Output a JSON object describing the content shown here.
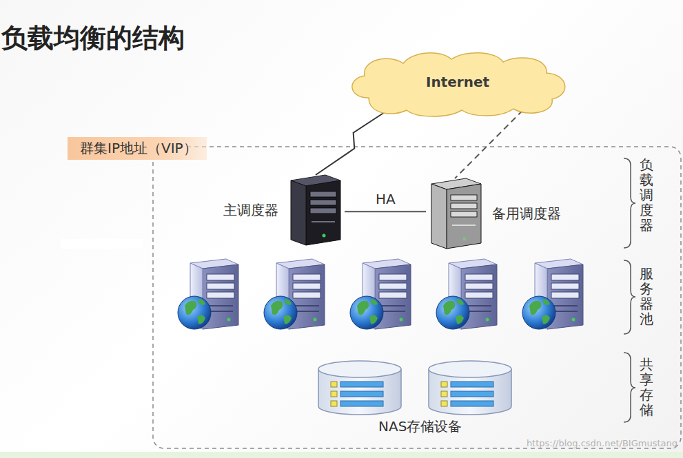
{
  "diagram": {
    "title": "负载均衡的结构",
    "nodes": [
      {
        "text": [
          "Internet"
        ]
      },
      {
        "text": [
          "群集IP地址（VIP）"
        ]
      },
      {
        "text": [
          "主调度器"
        ]
      },
      {
        "text": [
          "备用调度器"
        ]
      }
    ],
    "edges": [
      {
        "from": 0,
        "to": 2,
        "arrow": "none"
      },
      {
        "from": 0,
        "to": 3,
        "arrow": "none"
      },
      {
        "from": 2,
        "to": 3,
        "label": "HA",
        "arrow": "none"
      }
    ],
    "labels": [
      "负载调度器",
      "服务器池",
      "共享存储",
      "NAS存储设备",
      "https://blog.csdn.net/BIGmustang"
    ]
  }
}
